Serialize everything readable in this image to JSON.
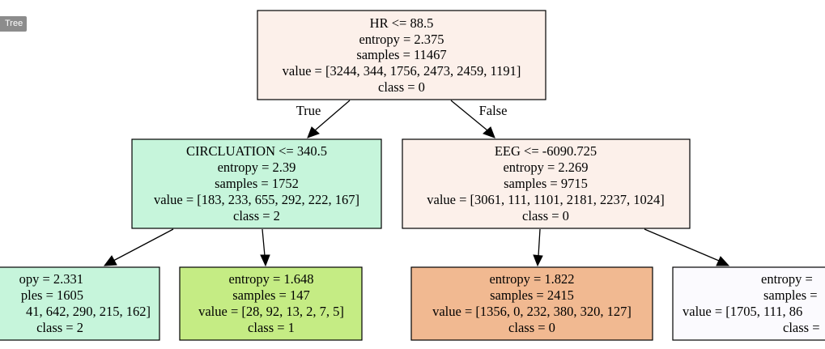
{
  "tooltip": {
    "label": "Tree"
  },
  "colors": {
    "class_0_light": "#fcf0ea",
    "class_0_strong": "#f1b991",
    "class_2": "#c6f5db",
    "class_1": "#c5ec84",
    "other": "#fbfafe"
  },
  "tree": {
    "nodes": [
      {
        "id": "root",
        "lines": [
          "HR <= 88.5",
          "entropy = 2.375",
          "samples = 11467",
          "value = [3244, 344, 1756, 2473, 2459, 1191]",
          "class = 0"
        ]
      },
      {
        "id": "left",
        "lines": [
          "CIRCLUATION <= 340.5",
          "entropy = 2.39",
          "samples = 1752",
          "value = [183, 233, 655, 292, 222, 167]",
          "class = 2"
        ]
      },
      {
        "id": "right",
        "lines": [
          "EEG <= -6090.725",
          "entropy = 2.269",
          "samples = 9715",
          "value = [3061, 111, 1101, 2181, 2237, 1024]",
          "class = 0"
        ]
      },
      {
        "id": "left-left",
        "lines": [
          "opy = 2.331",
          "ples = 1605",
          "41, 642, 290, 215, 162]",
          "class = 2"
        ]
      },
      {
        "id": "left-right",
        "lines": [
          "entropy = 1.648",
          "samples = 147",
          "value = [28, 92, 13, 2, 7, 5]",
          "class = 1"
        ]
      },
      {
        "id": "right-left",
        "lines": [
          "entropy = 1.822",
          "samples = 2415",
          "value = [1356, 0, 232, 380, 320, 127]",
          "class = 0"
        ]
      },
      {
        "id": "right-right",
        "lines": [
          "entropy =",
          "samples =",
          "value = [1705, 111, 86",
          "class ="
        ]
      }
    ],
    "edge_labels": {
      "true": "True",
      "false": "False"
    }
  }
}
